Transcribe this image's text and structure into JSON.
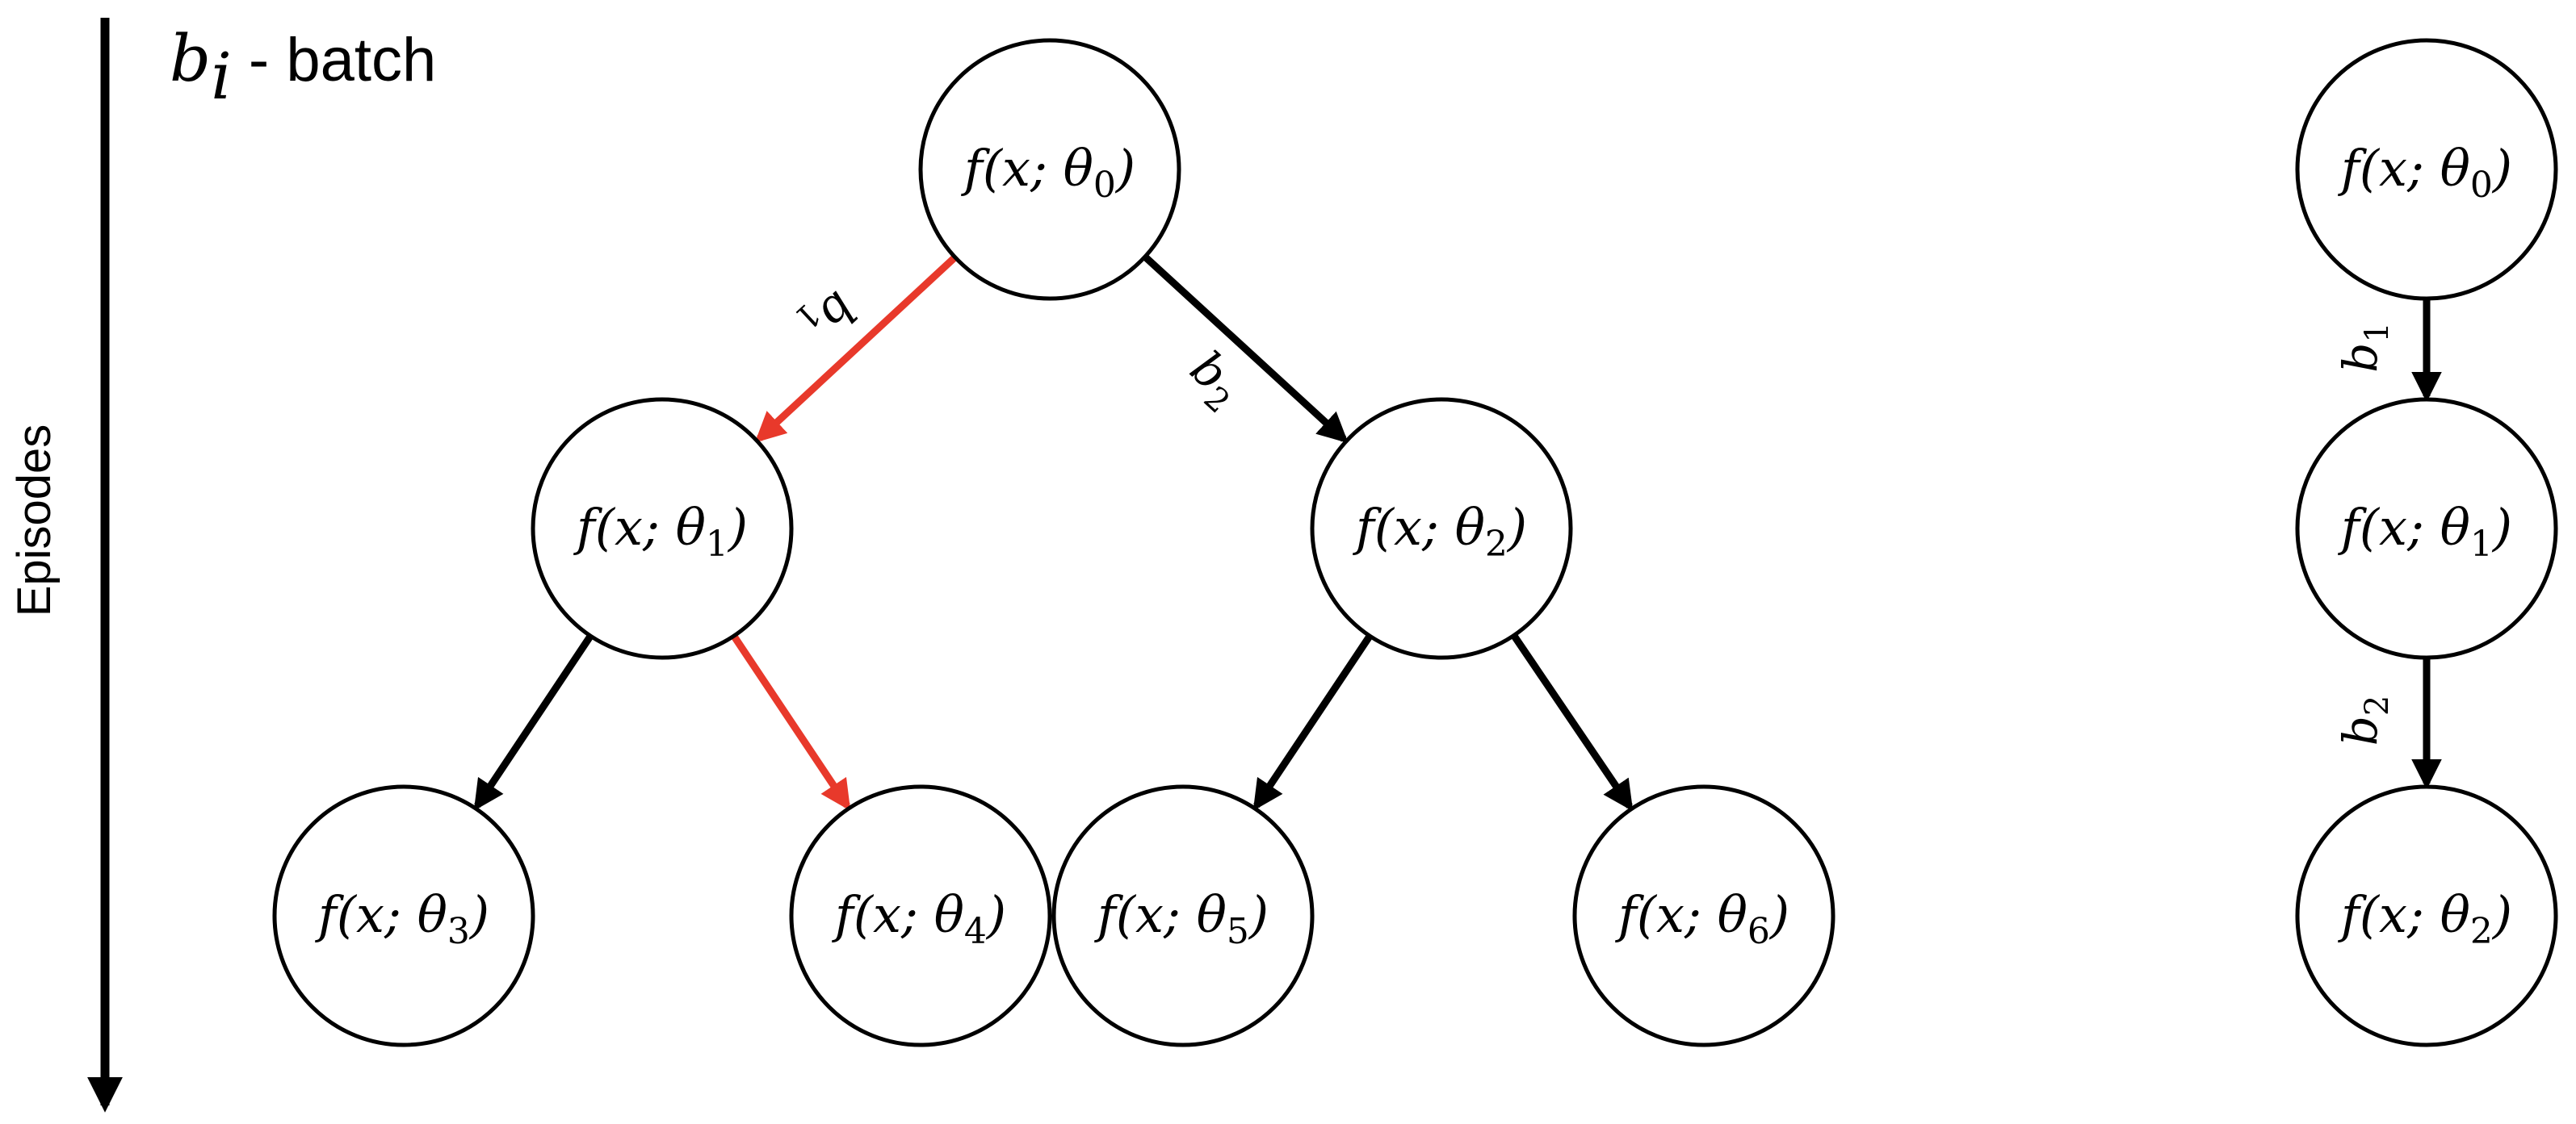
{
  "axis": {
    "label": "Episodes"
  },
  "legend": {
    "var": "b",
    "sub": "i",
    "text": " - batch"
  },
  "colors": {
    "default_edge": "#000000",
    "highlight_edge": "#e8392b"
  },
  "tree": {
    "nodes": [
      {
        "id": "t0",
        "fn": "f(x; θ",
        "sub": "0",
        "close": ")"
      },
      {
        "id": "t1",
        "fn": "f(x; θ",
        "sub": "1",
        "close": ")"
      },
      {
        "id": "t2",
        "fn": "f(x; θ",
        "sub": "2",
        "close": ")"
      },
      {
        "id": "t3",
        "fn": "f(x; θ",
        "sub": "3",
        "close": ")"
      },
      {
        "id": "t4",
        "fn": "f(x; θ",
        "sub": "4",
        "close": ")"
      },
      {
        "id": "t5",
        "fn": "f(x; θ",
        "sub": "5",
        "close": ")"
      },
      {
        "id": "t6",
        "fn": "f(x; θ",
        "sub": "6",
        "close": ")"
      }
    ],
    "edges": [
      {
        "from": "t0",
        "to": "t1",
        "highlight": true,
        "label": "b",
        "label_sub": "1"
      },
      {
        "from": "t0",
        "to": "t2",
        "highlight": false,
        "label": "b",
        "label_sub": "2"
      },
      {
        "from": "t1",
        "to": "t3",
        "highlight": false
      },
      {
        "from": "t1",
        "to": "t4",
        "highlight": true
      },
      {
        "from": "t2",
        "to": "t5",
        "highlight": false
      },
      {
        "from": "t2",
        "to": "t6",
        "highlight": false
      }
    ]
  },
  "chain": {
    "nodes": [
      {
        "id": "c0",
        "fn": "f(x; θ",
        "sub": "0",
        "close": ")"
      },
      {
        "id": "c1",
        "fn": "f(x; θ",
        "sub": "1",
        "close": ")"
      },
      {
        "id": "c2",
        "fn": "f(x; θ",
        "sub": "2",
        "close": ")"
      }
    ],
    "edges": [
      {
        "from": "c0",
        "to": "c1",
        "label": "b",
        "label_sub": "1"
      },
      {
        "from": "c1",
        "to": "c2",
        "label": "b",
        "label_sub": "2"
      }
    ]
  }
}
